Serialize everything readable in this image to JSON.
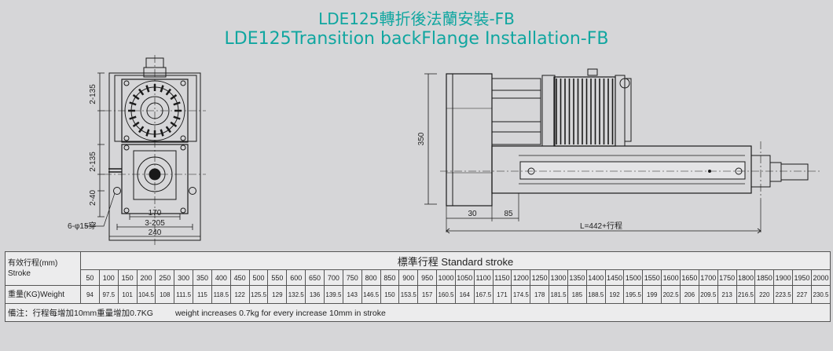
{
  "title_zh": "LDE125轉折後法蘭安裝-FB",
  "title_en": "LDE125Transition  backFlange Installation-FB",
  "drawing": {
    "front_view": {
      "dim_top_vertical": "2-135",
      "dim_mid_vertical": "2-135",
      "dim_bottom_vertical": "2-40",
      "hole_label": "6-φ15穿",
      "width_170": "170",
      "width_3_205": "3-205",
      "width_240": "240"
    },
    "side_view": {
      "height_350": "350",
      "dim_30": "30",
      "dim_85": "85",
      "length_label": "L=442+行程"
    }
  },
  "table": {
    "header_zh": "有效行程(mm)",
    "header_en": "Stroke",
    "standard_label": "標準行程   Standard stroke",
    "weight_label": "重量(KG)Weight",
    "strokes": [
      "50",
      "100",
      "150",
      "200",
      "250",
      "300",
      "350",
      "400",
      "450",
      "500",
      "550",
      "600",
      "650",
      "700",
      "750",
      "800",
      "850",
      "900",
      "950",
      "1000",
      "1050",
      "1100",
      "1150",
      "1200",
      "1250",
      "1300",
      "1350",
      "1400",
      "1450",
      "1500",
      "1550",
      "1600",
      "1650",
      "1700",
      "1750",
      "1800",
      "1850",
      "1900",
      "1950",
      "2000"
    ],
    "weights": [
      "94",
      "97.5",
      "101",
      "104.5",
      "108",
      "111.5",
      "115",
      "118.5",
      "122",
      "125.5",
      "129",
      "132.5",
      "136",
      "139.5",
      "143",
      "146.5",
      "150",
      "153.5",
      "157",
      "160.5",
      "164",
      "167.5",
      "171",
      "174.5",
      "178",
      "181.5",
      "185",
      "188.5",
      "192",
      "195.5",
      "199",
      "202.5",
      "206",
      "209.5",
      "213",
      "216.5",
      "220",
      "223.5",
      "227",
      "230.5"
    ],
    "note_zh": "備注：行程每增加10mm重量增加0.7KG",
    "note_en": "weight increases 0.7kg for every increase 10mm in stroke"
  }
}
